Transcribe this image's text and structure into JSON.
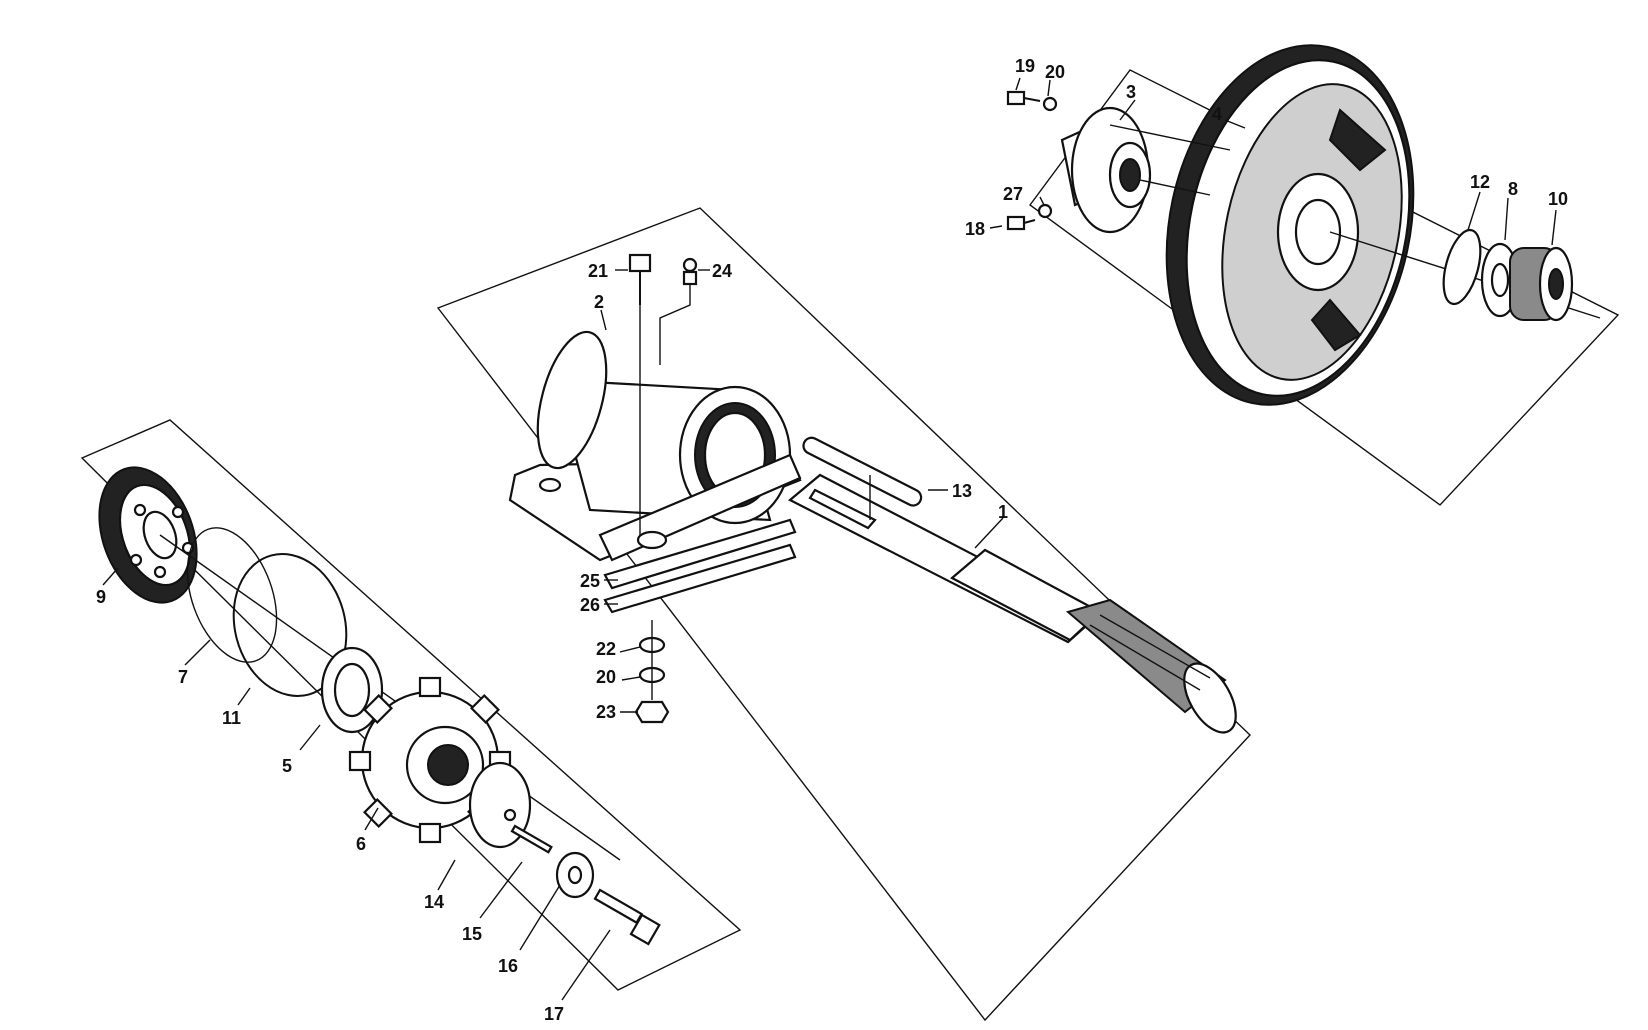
{
  "callouts": {
    "n1": "1",
    "n2": "2",
    "n3": "3",
    "n4": "4",
    "n5": "5",
    "n6": "6",
    "n7": "7",
    "n8": "8",
    "n9": "9",
    "n10": "10",
    "n11": "11",
    "n12": "12",
    "n13": "13",
    "n14": "14",
    "n15": "15",
    "n16": "16",
    "n17": "17",
    "n18": "18",
    "n19": "19",
    "n20a": "20",
    "n20b": "20",
    "n21": "21",
    "n22": "22",
    "n23": "23",
    "n24": "24",
    "n25": "25",
    "n26": "26",
    "n27": "27"
  }
}
